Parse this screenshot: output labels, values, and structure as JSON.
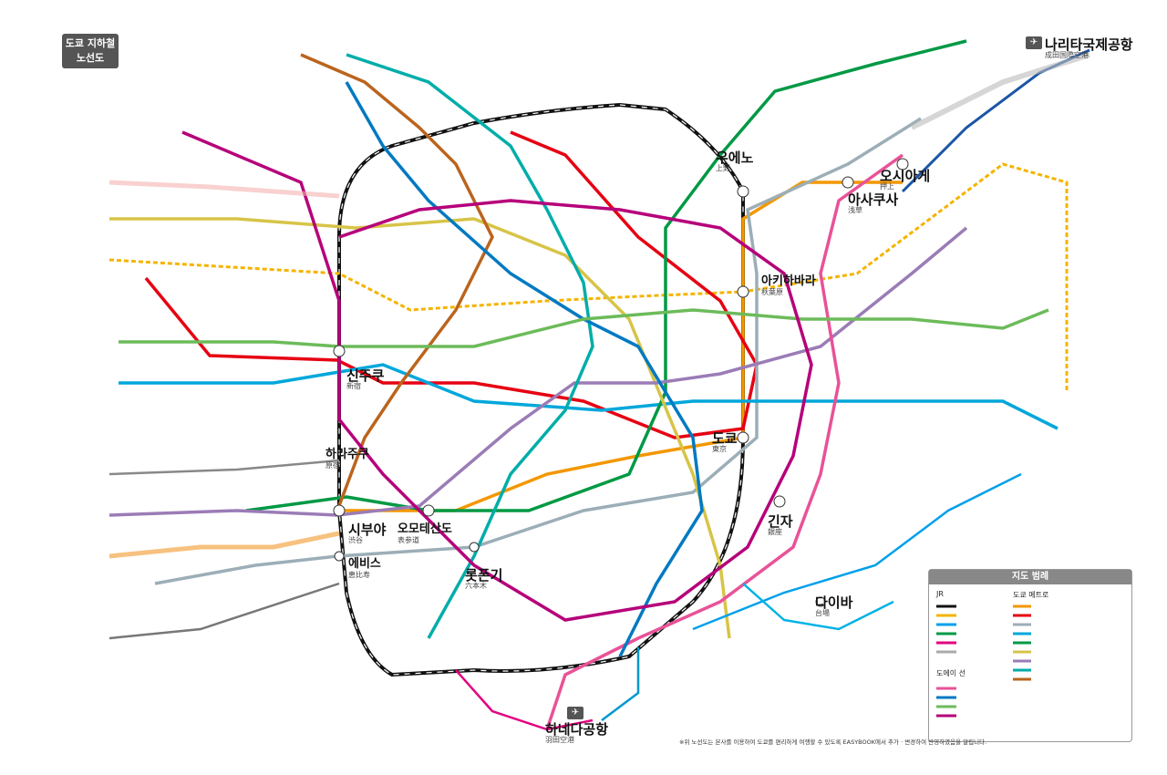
{
  "title": {
    "line1": "도쿄 지하철",
    "line2": "노선도"
  },
  "hubs": {
    "shinjuku": {
      "name": "신주쿠",
      "sub": "新宿"
    },
    "shibuya": {
      "name": "시부야",
      "sub": "渋谷"
    },
    "omotesando": {
      "name": "오모테산도",
      "sub": "表参道"
    },
    "harajuku": {
      "name": "하라주쿠",
      "sub": "原宿"
    },
    "ebisu": {
      "name": "에비스",
      "sub": "恵比寿"
    },
    "roppongi": {
      "name": "롯폰기",
      "sub": "六本木"
    },
    "ueno": {
      "name": "우에노",
      "sub": "上野"
    },
    "akihabara": {
      "name": "아키하바라",
      "sub": "秋葉原"
    },
    "tokyo": {
      "name": "도쿄",
      "sub": "東京"
    },
    "ginza": {
      "name": "긴자",
      "sub": "銀座"
    },
    "asakusa": {
      "name": "아사쿠사",
      "sub": "浅草"
    },
    "oshiage": {
      "name": "오시아게",
      "sub": "押上"
    },
    "odaiba": {
      "name": "다이바",
      "sub": "台場"
    },
    "haneda": {
      "name": "하네다공항",
      "sub": "羽田空港"
    },
    "narita": {
      "name": "나리타국제공항",
      "sub": "成田国際空港"
    }
  },
  "legend": {
    "title": "지도 범례",
    "jr_head": "JR",
    "metro_head": "도쿄 메트로",
    "toei_head": "도에이 선"
  },
  "footnote": "※위 노선도는 본사를 이용하여 도쿄를 편리하게 여행할 수 있도록 EASYBOOK에서 추가 · 변경하여 반영하였음을 알립니다.",
  "colors": {
    "ginza": "#f39700",
    "marunouchi": "#e60012",
    "hibiya": "#9caeb7",
    "tozai": "#00a7db",
    "chiyoda": "#009944",
    "yurakucho": "#d7c447",
    "hanzomon": "#9b7cb6",
    "namboku": "#00ada9",
    "fukutoshin": "#bb641d",
    "asakusa": "#e85298",
    "mita": "#0079c2",
    "shinjuku_toei": "#6cbb5a",
    "oedo": "#b6007a",
    "yamanote": "#111111",
    "chuo": "#f4b400",
    "keisei": "#1c56a6"
  }
}
